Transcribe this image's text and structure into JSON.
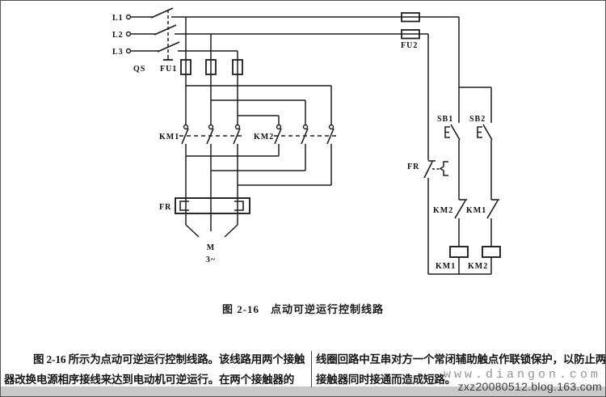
{
  "diagram": {
    "labels": {
      "l1": "L1",
      "l2": "L2",
      "l3": "L3",
      "qs": "QS",
      "fu1": "FU1",
      "fu2": "FU2",
      "km1_main": "KM1",
      "km2_main": "KM2",
      "fr_main": "FR",
      "motor_m": "M",
      "motor_phase": "3~",
      "sb1": "SB1",
      "sb2": "SB2",
      "fr_ctrl": "FR",
      "km2_interlock": "KM2",
      "km1_interlock": "KM1",
      "km1_coil": "KM1",
      "km2_coil": "KM2"
    }
  },
  "caption": "图 2-16　点动可逆运行控制线路",
  "article": {
    "left_col": {
      "line1": "图 2-16 所示为点动可逆运行控制线路。该线路用两个接触",
      "line2": "器改换电源相序接线来达到电动机可逆运行。在两个接触器的"
    },
    "right_col": {
      "line1": "线圈回路中互串对方一个常闭辅助触点作联锁保护，以防止两",
      "line2": "接触器同时接通而造成短路。"
    }
  },
  "watermark": {
    "site": "www.diangon.com",
    "blog": "zxz20080512.blog.163.com"
  },
  "colors": {
    "ink": "#1d1d1d",
    "band_gray": "#c9c9c9",
    "watermark_gray": "#949494",
    "watermark_dark": "#3d3d3d"
  }
}
